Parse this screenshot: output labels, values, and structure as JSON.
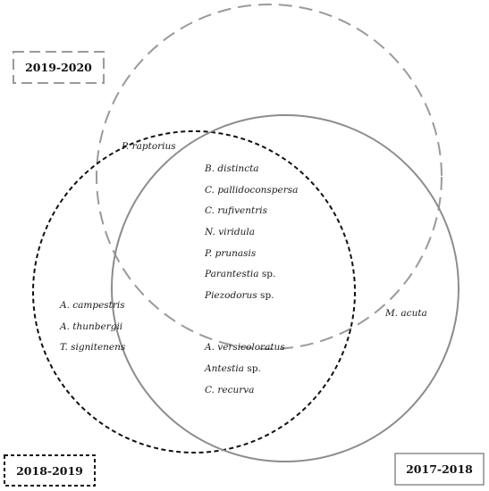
{
  "sets": [
    {
      "id": "set-2019-2020",
      "label": "2019-2020",
      "border": "long-dash",
      "color": "#9a9a9a"
    },
    {
      "id": "set-2018-2019",
      "label": "2018-2019",
      "border": "short-dash",
      "color": "#111111"
    },
    {
      "id": "set-2017-2018",
      "label": "2017-2018",
      "border": "solid",
      "color": "#8c8c8c"
    }
  ],
  "regions": {
    "only_2019_2020_and_2018_2019": [
      {
        "name": "P. raptorius"
      }
    ],
    "all_three": [
      {
        "name": "B. distincta"
      },
      {
        "name": "C. pallidoconspersa"
      },
      {
        "name": "C. rufiventris"
      },
      {
        "name": "N. viridula"
      },
      {
        "name": "P. prunasis"
      },
      {
        "name": "Parantestia",
        "suffix": " sp."
      },
      {
        "name": "Piezodorus",
        "suffix": " sp."
      }
    ],
    "only_2018_2019": [
      {
        "name": "A. campestris"
      },
      {
        "name": "A. thunbergii"
      },
      {
        "name": "T. signitenens"
      }
    ],
    "only_2018_2019_and_2017_2018": [
      {
        "name": "A. versicoloratus"
      },
      {
        "name": "Antestia",
        "suffix": " sp."
      },
      {
        "name": "C. recurva"
      }
    ],
    "only_2017_2018": [
      {
        "name": "M. acuta"
      }
    ]
  }
}
